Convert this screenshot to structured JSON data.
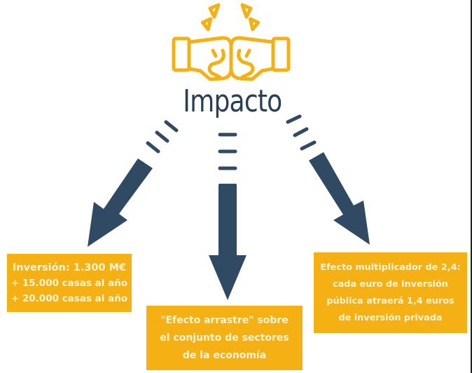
{
  "title": "Impacto",
  "icon": "fist-bump-icon",
  "colors": {
    "accent_yellow": "#f5b014",
    "box_text": "#fff4d8",
    "arrow_navy": "#2f4a62",
    "title_navy": "#2a3f55",
    "background": "#ffffff"
  },
  "boxes": [
    {
      "id": "inversion",
      "lines": [
        "Inversión: 1.300 M€",
        "+ 15.000 casas al año",
        "+ 20.000 casas al año"
      ]
    },
    {
      "id": "efecto-arrastre",
      "lines": [
        "\"Efecto arrastre\" sobre",
        "el conjunto de sectores",
        "de la economía"
      ]
    },
    {
      "id": "efecto-multiplicador",
      "lines": [
        "Efecto multiplicador de 2,4:",
        "cada euro de inversión",
        "pública atraerá 1,4 euros",
        "de inversión privada"
      ]
    }
  ],
  "arrows": [
    {
      "direction": "down-left",
      "target": "inversion"
    },
    {
      "direction": "down",
      "target": "efecto-arrastre"
    },
    {
      "direction": "down-right",
      "target": "efecto-multiplicador"
    }
  ]
}
